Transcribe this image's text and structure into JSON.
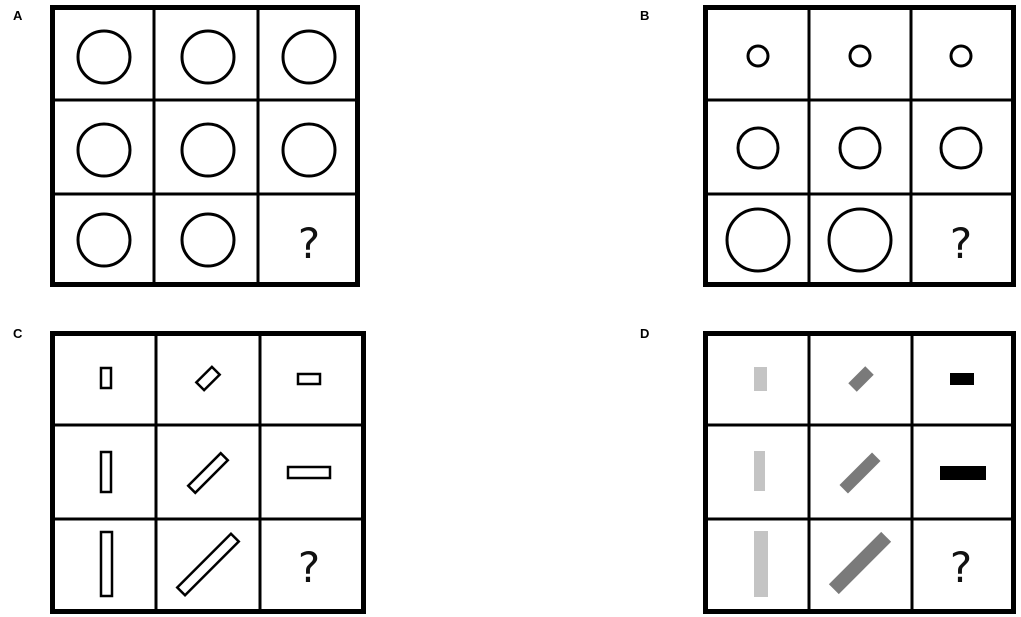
{
  "panels": {
    "a": {
      "label": "A",
      "missing": "?"
    },
    "b": {
      "label": "B",
      "missing": "?"
    },
    "c": {
      "label": "C",
      "missing": "?"
    },
    "d": {
      "label": "D",
      "missing": "?"
    }
  },
  "colors": {
    "border": "#000000",
    "light_gray": "#c4c4c4",
    "mid_gray": "#7a7a7a",
    "black": "#000000"
  }
}
